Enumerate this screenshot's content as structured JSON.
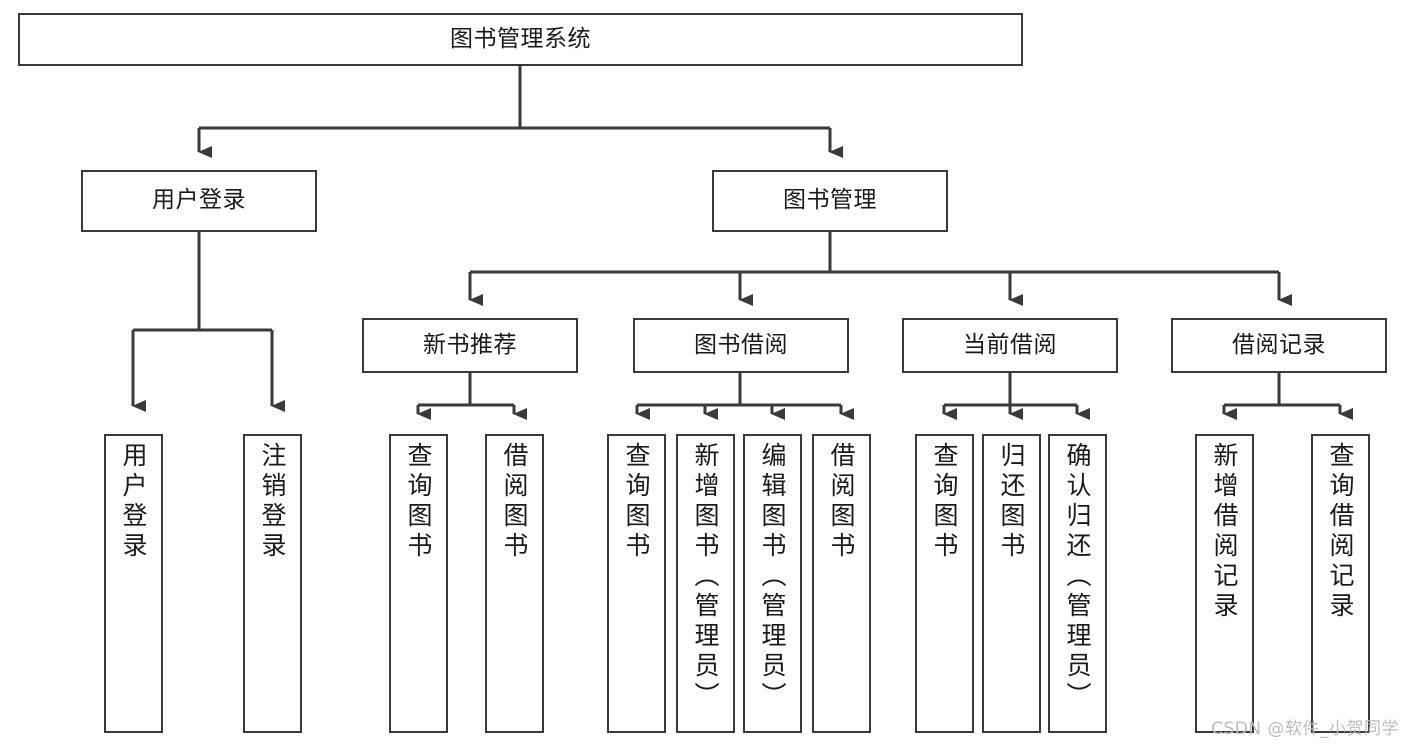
{
  "diagram": {
    "title": "图书管理系统",
    "watermark": "CSDN @软件_小贺同学",
    "line_color": "#3a3a3a",
    "box_fill": "#ffffff",
    "text_color": "#1a1a1a",
    "watermark_color": "#b9bcc0"
  },
  "nodes": {
    "root": {
      "label": "图书管理系统"
    },
    "level2": [
      {
        "label": "用户登录"
      },
      {
        "label": "图书管理"
      }
    ],
    "level3": [
      {
        "label": "新书推荐"
      },
      {
        "label": "图书借阅"
      },
      {
        "label": "当前借阅"
      },
      {
        "label": "借阅记录"
      }
    ],
    "leaves_user_login": [
      {
        "label": "用户登录"
      },
      {
        "label": "注销登录"
      }
    ],
    "leaves_new_book": [
      {
        "label": "查询图书"
      },
      {
        "label": "借阅图书"
      }
    ],
    "leaves_borrow": [
      {
        "label": "查询图书"
      },
      {
        "label": "新增图书（管理员）"
      },
      {
        "label": "编辑图书（管理员）"
      },
      {
        "label": "借阅图书"
      }
    ],
    "leaves_current": [
      {
        "label": "查询图书"
      },
      {
        "label": "归还图书"
      },
      {
        "label": "确认归还（管理员）"
      }
    ],
    "leaves_record": [
      {
        "label": "新增借阅记录"
      },
      {
        "label": "查询借阅记录"
      }
    ]
  },
  "tree": {
    "图书管理系统": [
      "用户登录",
      "图书管理"
    ],
    "用户登录": [
      "用户登录",
      "注销登录"
    ],
    "图书管理": [
      "新书推荐",
      "图书借阅",
      "当前借阅",
      "借阅记录"
    ],
    "新书推荐": [
      "查询图书",
      "借阅图书"
    ],
    "图书借阅": [
      "查询图书",
      "新增图书（管理员）",
      "编辑图书（管理员）",
      "借阅图书"
    ],
    "当前借阅": [
      "查询图书",
      "归还图书",
      "确认归还（管理员）"
    ],
    "借阅记录": [
      "新增借阅记录",
      "查询借阅记录"
    ]
  }
}
